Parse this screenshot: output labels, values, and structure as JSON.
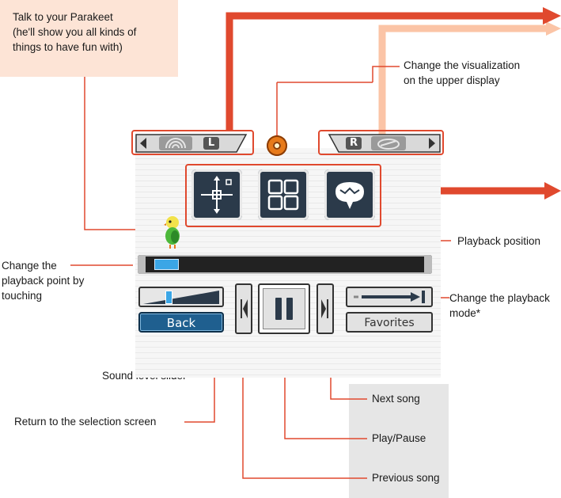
{
  "callouts": {
    "parakeet": [
      "Talk to your Parakeet",
      "(he'll show you all kinds of",
      "things to have fun with)"
    ],
    "visualization": [
      "Change the visualization",
      "on the upper display"
    ],
    "playback_position": "Playback position",
    "touch_point": [
      "Change the",
      "playback point by",
      "touching"
    ],
    "playback_mode": [
      "Change the playback",
      "mode*"
    ],
    "sound_level": "Sound level slider",
    "return": "Return to the selection screen",
    "next": "Next song",
    "play_pause": "Play/Pause",
    "previous": "Previous song"
  },
  "screen": {
    "tab_left_key": "L",
    "tab_right_key": "R",
    "back_label": "Back",
    "favorites_label": "Favorites",
    "progress_fraction": 0.09,
    "volume_fraction": 0.3
  },
  "colors": {
    "accent_red": "#e0492e",
    "accent_light": "#fbc4a6",
    "callout_bg": "#fde4d6",
    "next_box_bg": "#e6e6e6",
    "button_blue": "#1f5f8f",
    "progress_blue": "#3ba6e6"
  },
  "icons": [
    "left-arrow-icon",
    "wave-dome-icon",
    "right-arrow-icon",
    "cassette-icon",
    "ring-icon",
    "crosshair-icon",
    "grid-icon",
    "speech-bubble-icon",
    "parakeet-icon",
    "rewind-icon",
    "pause-icon",
    "forward-icon",
    "playback-mode-icon"
  ]
}
